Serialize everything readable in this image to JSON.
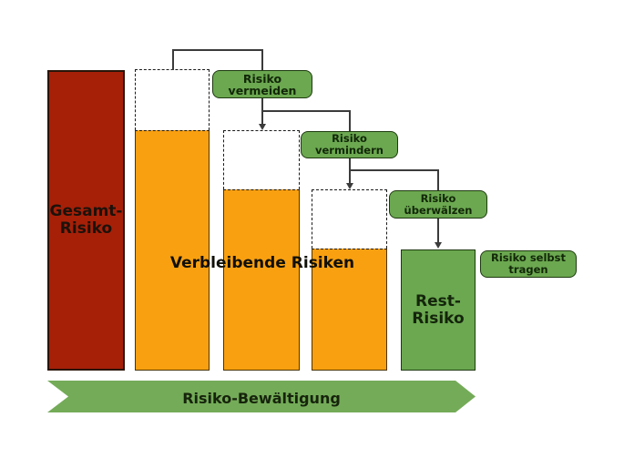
{
  "colors": {
    "dark_red": "#A62008",
    "orange": "#F9A011",
    "green": "#6BA850",
    "arrow_green": "#74AB58",
    "line": "#3b3b3b"
  },
  "bars": {
    "gesamt": {
      "label": "Gesamt-\nRisiko"
    },
    "rest": {
      "label": "Rest-\nRisiko"
    }
  },
  "labels": {
    "remaining": "Verbleibende Risiken",
    "bottom_arrow": "Risiko-Bewältigung"
  },
  "buttons": [
    {
      "label": "Risiko vermeiden"
    },
    {
      "label": "Risiko\nvermindern"
    },
    {
      "label": "Risiko\nüberwälzen"
    },
    {
      "label": "Risiko selbst\ntragen"
    }
  ]
}
